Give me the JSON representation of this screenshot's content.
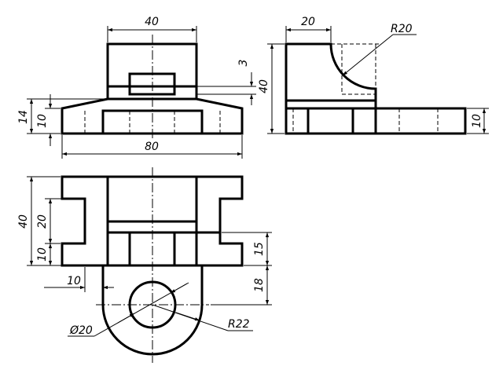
{
  "dimensions": {
    "front_top_width": "40",
    "front_slot_height": "3",
    "front_base_height_14": "14",
    "front_base_height_10": "10",
    "front_total_width": "80",
    "side_top_width": "20",
    "side_radius": "R20",
    "side_height": "40",
    "side_base_height": "10",
    "top_depth": "40",
    "top_notch": "20",
    "top_notch_low": "10",
    "top_offset": "10",
    "top_slot": "15",
    "top_lug": "18",
    "hole_diameter": "Ø20",
    "lug_radius": "R22"
  }
}
